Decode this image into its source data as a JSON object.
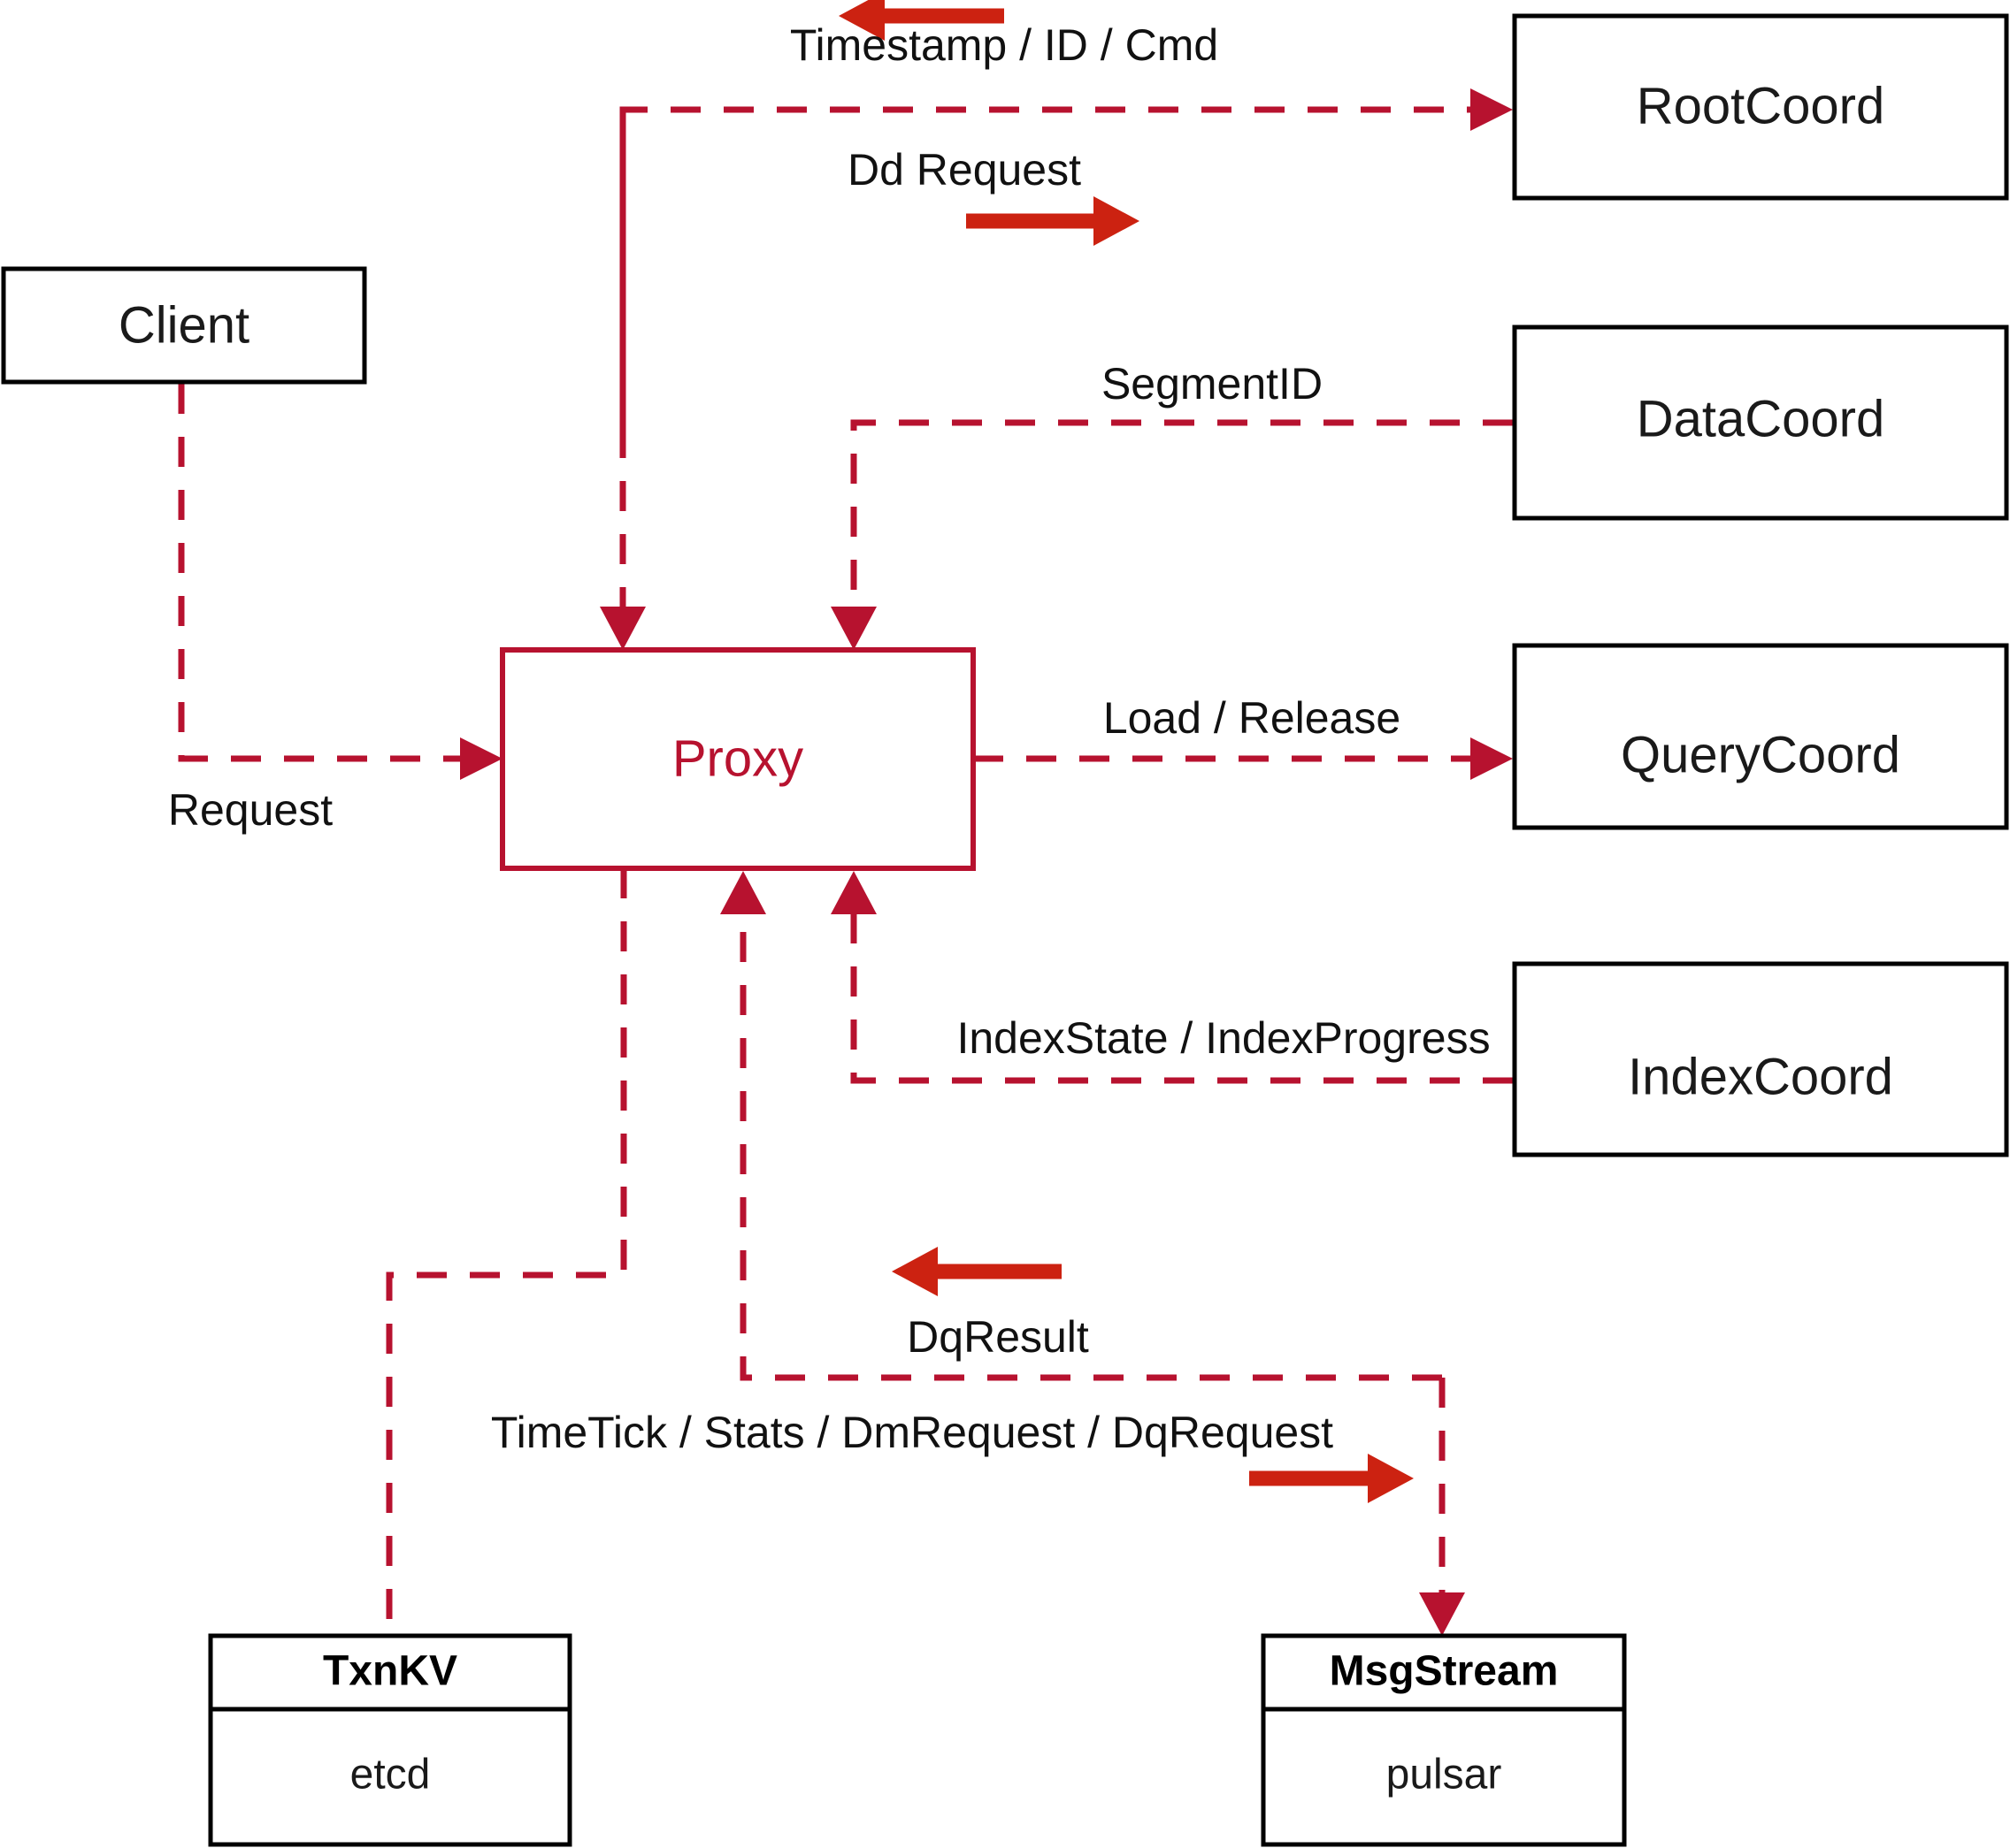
{
  "diagram": {
    "title": "Milvus Proxy component interaction diagram",
    "colors": {
      "edge": "#B7122F",
      "direction_arrow": "#CC2211",
      "node_stroke": "#000000",
      "accent_node": "#B7122F",
      "background": "#FFFFFF"
    },
    "nodes": [
      {
        "id": "client",
        "label": "Client",
        "style": "plain"
      },
      {
        "id": "proxy",
        "label": "Proxy",
        "style": "accent"
      },
      {
        "id": "rootcoord",
        "label": "RootCoord",
        "style": "plain"
      },
      {
        "id": "datacoord",
        "label": "DataCoord",
        "style": "plain"
      },
      {
        "id": "querycoord",
        "label": "QueryCoord",
        "style": "plain"
      },
      {
        "id": "indexcoord",
        "label": "IndexCoord",
        "style": "plain"
      },
      {
        "id": "txnkv",
        "label": "TxnKV",
        "sublabel": "etcd",
        "style": "compartment"
      },
      {
        "id": "msgstream",
        "label": "MsgStream",
        "sublabel": "pulsar",
        "style": "compartment"
      }
    ],
    "edges": [
      {
        "id": "client-proxy",
        "label": "Request",
        "from": "client",
        "to": "proxy",
        "direction": "to-proxy"
      },
      {
        "id": "proxy-rootcoord",
        "label": "Dd Request",
        "from": "proxy",
        "to": "rootcoord",
        "direction": "to-target"
      },
      {
        "id": "rootcoord-proxy",
        "label": "Timestamp / ID / Cmd",
        "from": "rootcoord",
        "to": "proxy",
        "direction": "to-proxy"
      },
      {
        "id": "datacoord-proxy",
        "label": "SegmentID",
        "from": "datacoord",
        "to": "proxy",
        "direction": "to-proxy"
      },
      {
        "id": "proxy-querycoord",
        "label": "Load / Release",
        "from": "proxy",
        "to": "querycoord",
        "direction": "to-target"
      },
      {
        "id": "indexcoord-proxy",
        "label": "IndexState / IndexProgress",
        "from": "indexcoord",
        "to": "proxy",
        "direction": "to-proxy"
      },
      {
        "id": "msgstream-proxy",
        "label": "DqResult",
        "from": "msgstream",
        "to": "proxy",
        "direction": "to-proxy"
      },
      {
        "id": "proxy-msgstream",
        "label": "TimeTick / Stats / DmRequest / DqRequest",
        "from": "proxy",
        "to": "msgstream",
        "direction": "to-target"
      },
      {
        "id": "proxy-txnkv",
        "label": "",
        "from": "proxy",
        "to": "txnkv",
        "direction": "none"
      }
    ],
    "direction_markers": [
      {
        "id": "marker-timestamp",
        "points": "left",
        "for": "rootcoord-proxy"
      },
      {
        "id": "marker-ddrequest",
        "points": "right",
        "for": "proxy-rootcoord"
      },
      {
        "id": "marker-dqresult",
        "points": "left",
        "for": "msgstream-proxy"
      },
      {
        "id": "marker-dqrequest",
        "points": "right",
        "for": "proxy-msgstream"
      }
    ]
  }
}
